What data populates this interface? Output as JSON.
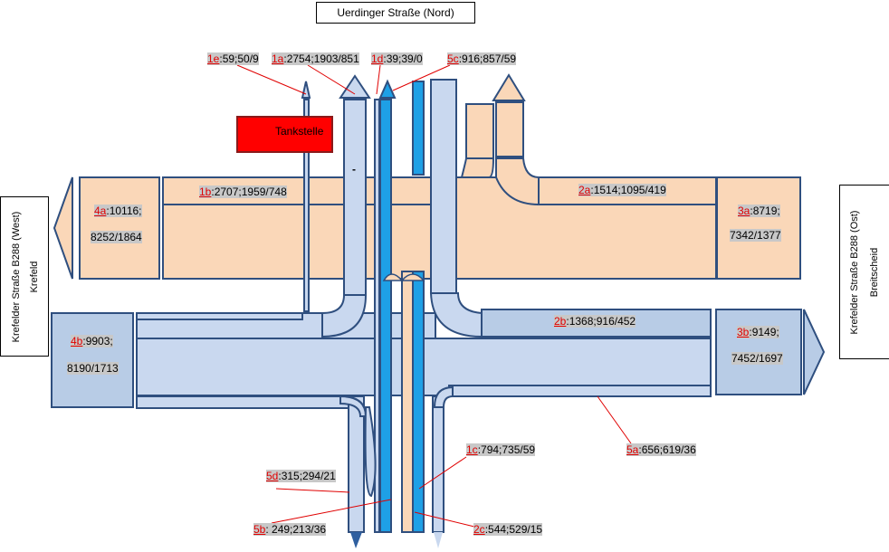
{
  "title_north": "Uerdinger Straße (Nord)",
  "west": {
    "road": "Krefelder Straße B288 (West)",
    "city": "Krefeld"
  },
  "east": {
    "road": "Krefelder Straße B288 (Ost)",
    "city": "Breitscheid"
  },
  "tankstelle": "Tankstelle",
  "marker": "-",
  "colors": {
    "peach": "#fad7b8",
    "lightblue": "#c9d8ef",
    "bright_blue": "#1ea0e6",
    "border": "#2f4f7f",
    "red": "#ff0000",
    "label_gray": "#c8c8c8"
  },
  "flows": {
    "f1e": {
      "code": "1e",
      "value": ":59;50/9"
    },
    "f1a": {
      "code": "1a",
      "value": ":2754;1903/851"
    },
    "f1d": {
      "code": "1d",
      "value": ":39;39/0"
    },
    "f5c": {
      "code": "5c",
      "value": ":916;857/59"
    },
    "f1b": {
      "code": "1b",
      "value": ":2707;1959/748"
    },
    "f2a": {
      "code": "2a",
      "value": ":1514;1095/419"
    },
    "f4a": {
      "code": "4a",
      "value": ":10116;",
      "value2": "8252/1864"
    },
    "f3a": {
      "code": "3a",
      "value": ":8719;",
      "value2": "7342/1377"
    },
    "f2b": {
      "code": "2b",
      "value": ":1368;916/452"
    },
    "f4b": {
      "code": "4b",
      "value": ":9903;",
      "value2": "8190/1713"
    },
    "f3b": {
      "code": "3b",
      "value": ":9149;",
      "value2": "7452/1697"
    },
    "f1c": {
      "code": "1c",
      "value": ":794;735/59"
    },
    "f5d": {
      "code": "5d",
      "value": ":315;294/21"
    },
    "f5a": {
      "code": "5a",
      "value": ":656;619/36"
    },
    "f5b": {
      "code": "5b",
      "value": ": 249;213/36"
    },
    "f2c": {
      "code": "2c",
      "value": ":544;529/15"
    }
  }
}
